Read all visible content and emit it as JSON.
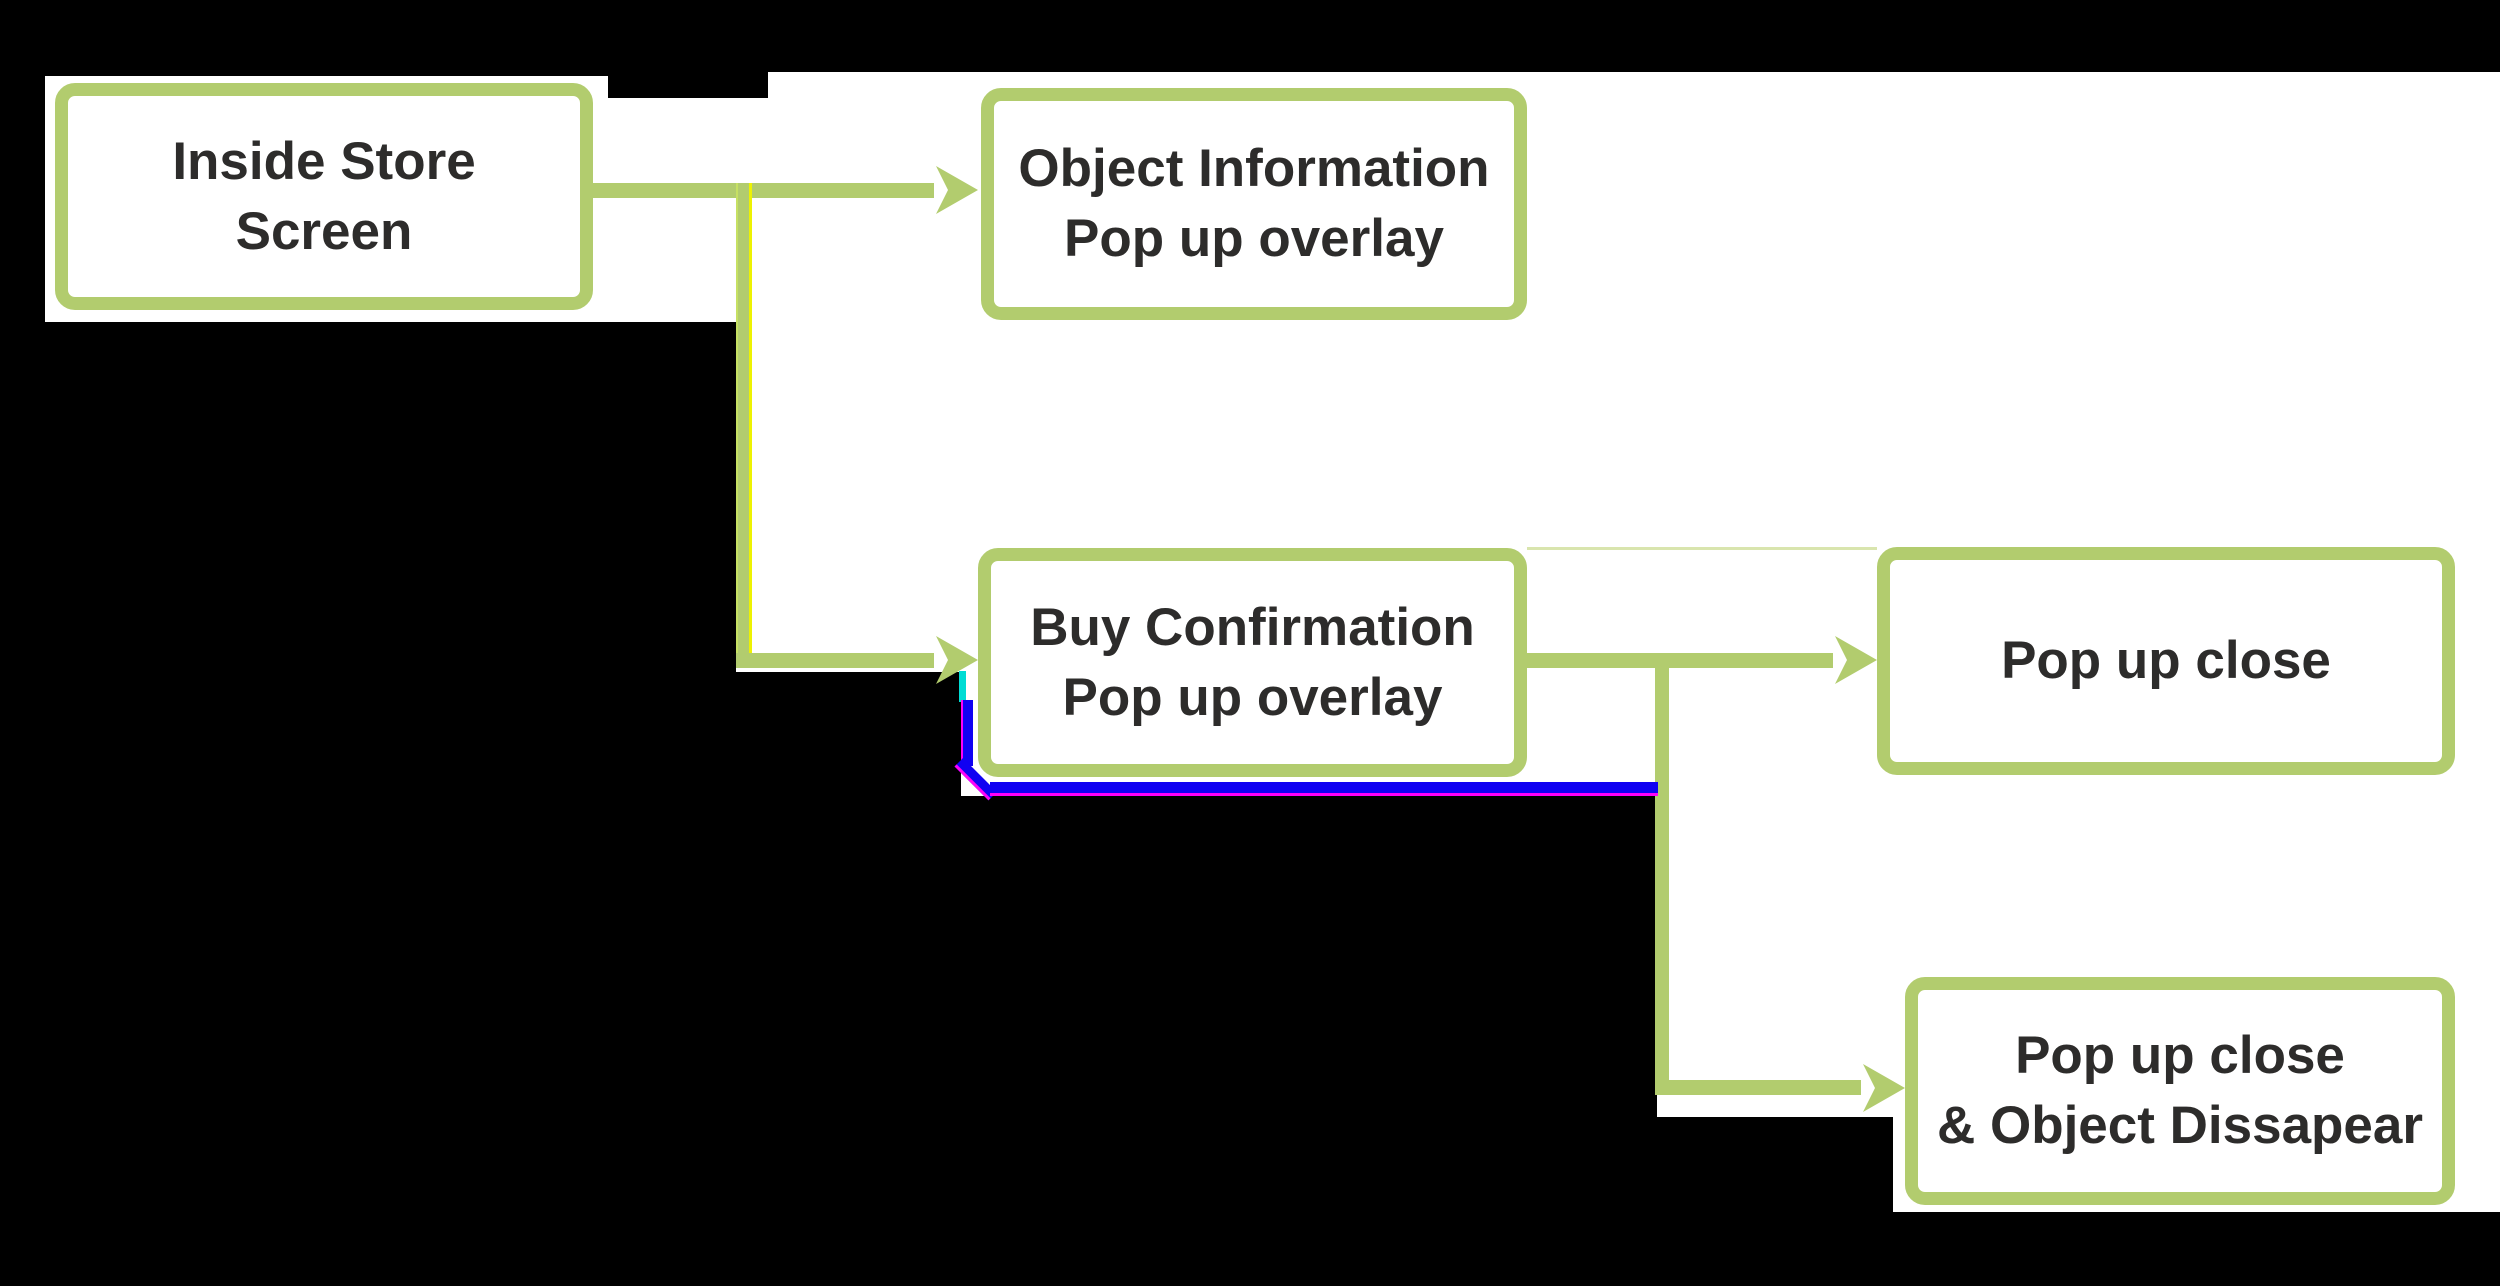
{
  "diagram": {
    "type": "flowchart",
    "nodes": [
      {
        "id": "inside-store-screen",
        "line1": "Inside Store",
        "line2": "Screen"
      },
      {
        "id": "object-information-popup",
        "line1": "Object Information",
        "line2": "Pop up overlay"
      },
      {
        "id": "buy-confirmation-popup",
        "line1": "Buy Confirmation",
        "line2": "Pop up overlay"
      },
      {
        "id": "popup-close",
        "line1": "Pop up close",
        "line2": ""
      },
      {
        "id": "popup-close-object-dissapear",
        "line1": "Pop up close",
        "line2": "& Object Dissapear"
      }
    ],
    "edges": [
      {
        "from": "inside-store-screen",
        "to": "object-information-popup"
      },
      {
        "from": "inside-store-screen",
        "to": "buy-confirmation-popup"
      },
      {
        "from": "buy-confirmation-popup",
        "to": "popup-close"
      },
      {
        "from": "buy-confirmation-popup",
        "to": "popup-close-object-dissapear"
      }
    ],
    "colors": {
      "node_border_green": "#b2cc6e",
      "connector_green": "#b2cc6e",
      "thin_line_green": "#d9e5ae",
      "edge_artifact_yellow": "#edf202",
      "edge_artifact_bright_green": "#c6e063",
      "edge_artifact_blue": "#1001f2",
      "edge_artifact_magenta": "#ff00f8",
      "edge_artifact_cyan": "#00dcd4",
      "text": "#2d2c2b",
      "panel_white": "#ffffff",
      "background": "#000000"
    }
  }
}
